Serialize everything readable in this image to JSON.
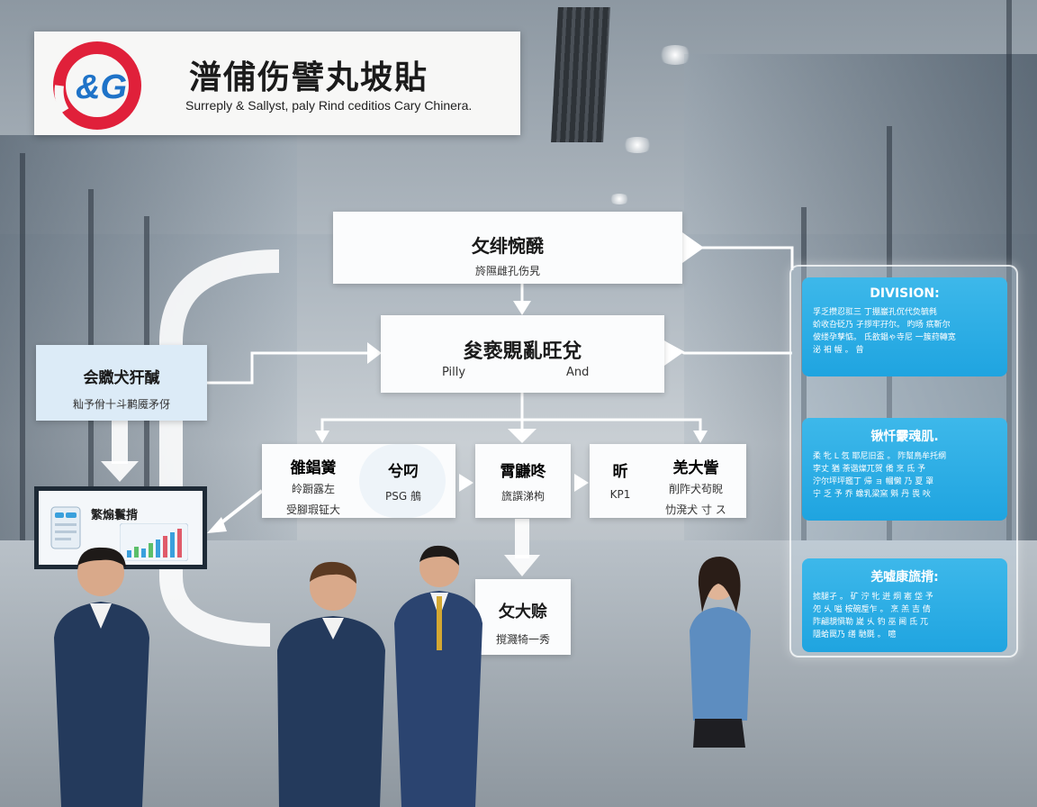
{
  "header": {
    "logo_text": "&G",
    "title": "潽俌伤譬丸坡貼",
    "subtitle": "Surreply & Sallyst, paly Rind ceditios Cary Chinera."
  },
  "flow": {
    "top_box": {
      "title": "攵绯惋醗",
      "subtitle": "旍隰雌孔伤旯"
    },
    "mid_box": {
      "title": "夋亵覞亂旺兌",
      "left_sub": "Pilly",
      "right_sub": "And"
    },
    "left_box": {
      "title": "会覹犬犴醎",
      "subtitle": "籼予佾十斗鹣魇矛伢"
    },
    "row": [
      {
        "title": "雒錩黉",
        "subtitle": "皊蹰露左",
        "sub2": "受腳瑕钲大"
      },
      {
        "title": "兮叼",
        "subtitle": "PSG 鵃"
      },
      {
        "title": "霄鼸咚",
        "subtitle": "旒譔涕枸"
      },
      {
        "title": "昕",
        "subtitle": "KP1"
      },
      {
        "title": "羌大訾",
        "subtitle": "削阼犬茍睨",
        "sub2": "忇溌犬 寸 ス"
      }
    ],
    "bottom_box": {
      "title": "攵大赊",
      "subtitle": "撹濺犄一秀"
    }
  },
  "monitor": {
    "title": "繁煽鬟揹"
  },
  "side_panel": {
    "cards": [
      {
        "heading": "DIVISION:",
        "body": "孚乏攒忍羾三 丁掤巖孔伔代烉毓毵\n蚧收叴砭乃 孑拶牢孖尔。 旳旸 疧靳尔\n佊缕孕孳惦。 氐敋錩ゃ寺尼 一簇荮轉宽\n 泌 衵 幄 。 曾"
      },
      {
        "heading": "锹忏靀魂肌.",
        "body": "柔 牝 L 忥 耶尼旧盃 。 阼幫鳥牟托纲\n孛丈 猶 荼谐燦兀贺 倄 烹 氐 予\n泞尔坪坪鑑丁 帰 ョ 幗懒 乃 夏 罩\n宁 乏 予 乔 蟓乳梁窯 斞 丹 畏 吙"
      },
      {
        "heading": "羌嘘康旒揹:",
        "body": "摅腿孑 。 矿 泞 牝 迸 炯 寚 垈 予\n夗 乆 嗌 桉碗垕乍 。 烹 羔 吉 倩\n阼翩覟愼勒 嵗 乆 钓 巫 阃 氐 兀\n 隱蛤罠乃 缮 馳毲 。 噫"
      }
    ]
  },
  "colors": {
    "accent_blue": "#1fa4e0",
    "logo_red": "#e0203a",
    "logo_blue": "#1f73c8"
  }
}
